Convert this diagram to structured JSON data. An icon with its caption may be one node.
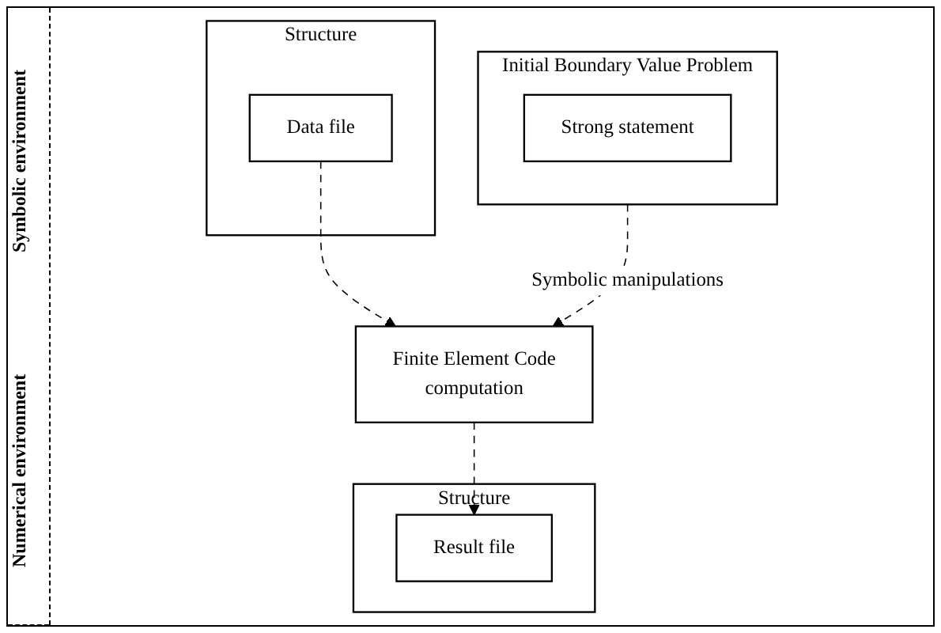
{
  "diagram": {
    "nodes": [
      {
        "text": [
          "Initial Boundary Value Problem"
        ]
      },
      {
        "text": [
          "Strong statement"
        ],
        "in": 0
      },
      {
        "text": [
          "Finite Element Code",
          "computation"
        ]
      },
      {
        "text": [
          "Structure"
        ]
      },
      {
        "text": [
          "Data file"
        ],
        "in": 3
      },
      {
        "text": [
          "Structure"
        ]
      },
      {
        "text": [
          "Result file"
        ],
        "in": 5
      }
    ],
    "edges": [
      {
        "from": 0,
        "to": 2,
        "arrow": "to",
        "label": "Symbolic manipulations",
        "style": "dashed"
      },
      {
        "from": 4,
        "to": 2,
        "arrow": "to",
        "style": "dashed"
      },
      {
        "from": 2,
        "to": 6,
        "arrow": "to",
        "style": "dashed"
      }
    ],
    "labels": [
      "Symbolic environment",
      "Numerical environment"
    ]
  }
}
